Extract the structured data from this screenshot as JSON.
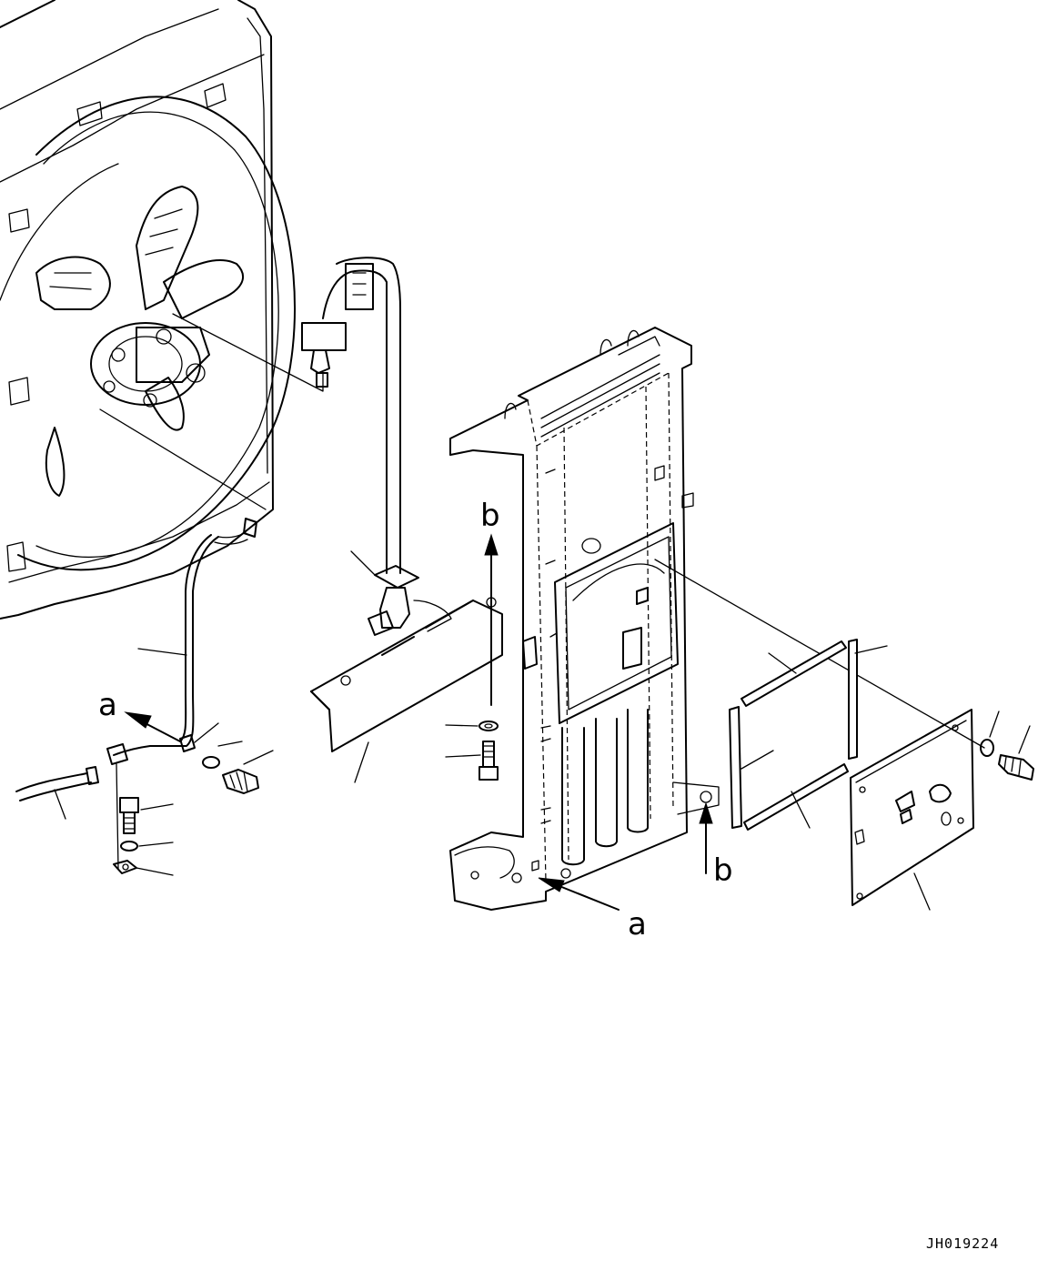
{
  "drawing": {
    "code": "JH019224",
    "callouts": {
      "a_left": "a",
      "a_right": "a",
      "b_top": "b",
      "b_bottom": "b"
    }
  }
}
